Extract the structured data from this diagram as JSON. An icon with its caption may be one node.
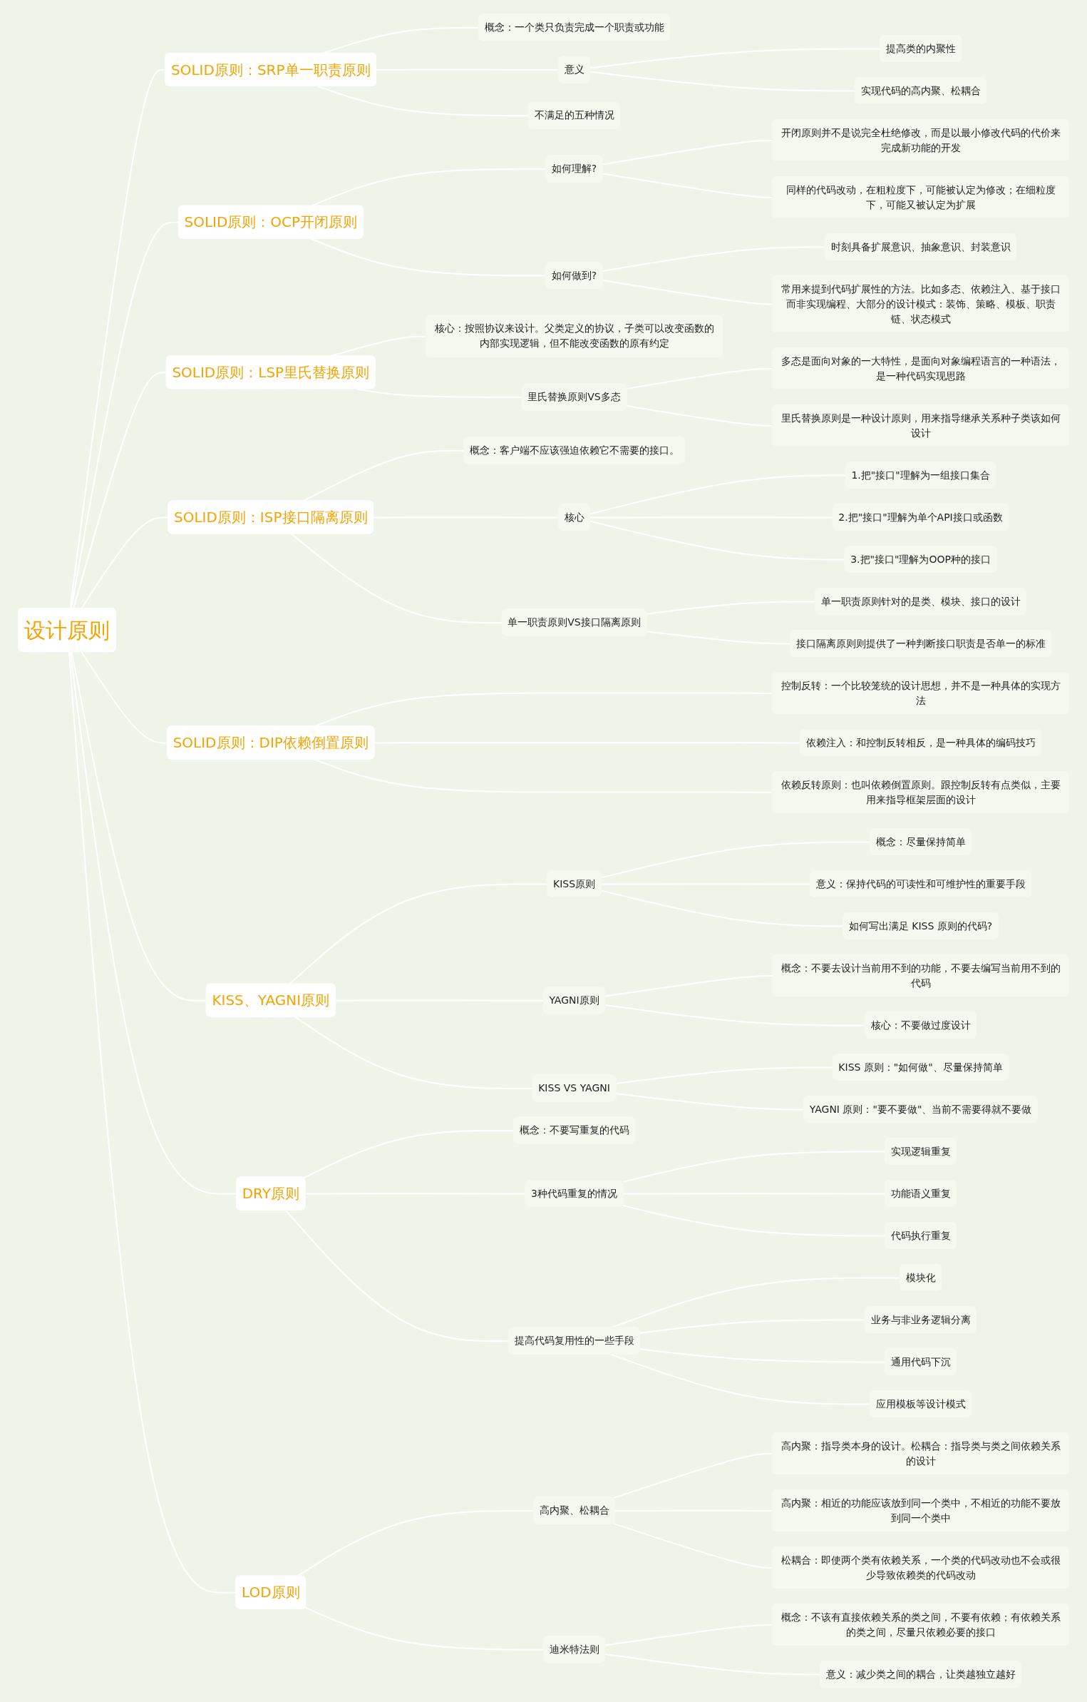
{
  "diagram": {
    "nodes": [
      {
        "text": [
          "设计原则"
        ]
      },
      {
        "text": [
          "SOLID原则：SRP单一职责原则"
        ]
      },
      {
        "text": [
          "概念：一个类只负责完成一个职责或功能"
        ]
      },
      {
        "text": [
          "意义"
        ]
      },
      {
        "text": [
          "提高类的内聚性"
        ]
      },
      {
        "text": [
          "实现代码的高内聚、松耦合"
        ]
      },
      {
        "text": [
          "不满足的五种情况"
        ]
      },
      {
        "text": [
          "SOLID原则：OCP开闭原则"
        ]
      },
      {
        "text": [
          "如何理解?"
        ]
      },
      {
        "text": [
          "开闭原则并不是说完全杜绝修改，而是以最小修改代码的代价来完成新功能的开发"
        ]
      },
      {
        "text": [
          "同样的代码改动，在粗粒度下，可能被认定为修改；在细粒度下，可能又被认定为扩展"
        ]
      },
      {
        "text": [
          "如何做到?"
        ]
      },
      {
        "text": [
          "时刻具备扩展意识、抽象意识、封装意识"
        ]
      },
      {
        "text": [
          "常用来提到代码扩展性的方法。比如多态、依赖注入、基于接口而非实现编程、大部分的设计模式：装饰、策略、模板、职责链、状态模式"
        ]
      },
      {
        "text": [
          "SOLID原则：LSP里氏替换原则"
        ]
      },
      {
        "text": [
          "核心：按照协议来设计。父类定义的协议，子类可以改变函数的内部实现逻辑，但不能改变函数的原有约定"
        ]
      },
      {
        "text": [
          "里氏替换原则VS多态"
        ]
      },
      {
        "text": [
          "多态是面向对象的一大特性，是面向对象编程语言的一种语法，是一种代码实现思路"
        ]
      },
      {
        "text": [
          "里氏替换原则是一种设计原则，用来指导继承关系种子类该如何设计"
        ]
      },
      {
        "text": [
          "SOLID原则：ISP接口隔离原则"
        ]
      },
      {
        "text": [
          "概念：客户端不应该强迫依赖它不需要的接口。"
        ]
      },
      {
        "text": [
          "核心"
        ]
      },
      {
        "text": [
          "1.把\"接口\"理解为一组接口集合"
        ]
      },
      {
        "text": [
          "2.把\"接口\"理解为单个API接口或函数"
        ]
      },
      {
        "text": [
          "3.把\"接口\"理解为OOP种的接口"
        ]
      },
      {
        "text": [
          "单一职责原则VS接口隔离原则"
        ]
      },
      {
        "text": [
          "单一职责原则针对的是类、模块、接口的设计"
        ]
      },
      {
        "text": [
          "接口隔离原则则提供了一种判断接口职责是否单一的标准"
        ]
      },
      {
        "text": [
          "SOLID原则：DIP依赖倒置原则"
        ]
      },
      {
        "text": [
          "控制反转：一个比较笼统的设计思想，并不是一种具体的实现方法"
        ]
      },
      {
        "text": [
          "依赖注入：和控制反转相反，是一种具体的编码技巧"
        ]
      },
      {
        "text": [
          "依赖反转原则：也叫依赖倒置原则。跟控制反转有点类似，主要用来指导框架层面的设计"
        ]
      },
      {
        "text": [
          "KISS、YAGNI原则"
        ]
      },
      {
        "text": [
          "KISS原则"
        ]
      },
      {
        "text": [
          "概念：尽量保持简单"
        ]
      },
      {
        "text": [
          "意义：保持代码的可读性和可维护性的重要手段"
        ]
      },
      {
        "text": [
          "如何写出满足 KISS 原则的代码?"
        ]
      },
      {
        "text": [
          "YAGNI原则"
        ]
      },
      {
        "text": [
          "概念：不要去设计当前用不到的功能，不要去编写当前用不到的代码"
        ]
      },
      {
        "text": [
          "核心：不要做过度设计"
        ]
      },
      {
        "text": [
          "KISS VS YAGNI"
        ]
      },
      {
        "text": [
          "KISS 原则：\"如何做\"、尽量保持简单"
        ]
      },
      {
        "text": [
          "YAGNI 原则：\"要不要做\"、当前不需要得就不要做"
        ]
      },
      {
        "text": [
          "DRY原则"
        ]
      },
      {
        "text": [
          "概念：不要写重复的代码"
        ]
      },
      {
        "text": [
          "3种代码重复的情况"
        ]
      },
      {
        "text": [
          "实现逻辑重复"
        ]
      },
      {
        "text": [
          "功能语义重复"
        ]
      },
      {
        "text": [
          "代码执行重复"
        ]
      },
      {
        "text": [
          "提高代码复用性的一些手段"
        ]
      },
      {
        "text": [
          "模块化"
        ]
      },
      {
        "text": [
          "业务与非业务逻辑分离"
        ]
      },
      {
        "text": [
          "通用代码下沉"
        ]
      },
      {
        "text": [
          "应用模板等设计模式"
        ]
      },
      {
        "text": [
          "LOD原则"
        ]
      },
      {
        "text": [
          "高内聚、松耦合"
        ]
      },
      {
        "text": [
          "高内聚：指导类本身的设计。松耦合：指导类与类之间依赖关系的设计"
        ]
      },
      {
        "text": [
          "高内聚：相近的功能应该放到同一个类中，不相近的功能不要放到同一个类中"
        ]
      },
      {
        "text": [
          "松耦合：即使两个类有依赖关系，一个类的代码改动也不会或很少导致依赖类的代码改动"
        ]
      },
      {
        "text": [
          "迪米特法则"
        ]
      },
      {
        "text": [
          "概念：不该有直接依赖关系的类之间，不要有依赖；有依赖关系的类之间，尽量只依赖必要的接口"
        ]
      },
      {
        "text": [
          "意义：减少类之间的耦合，让类越独立越好"
        ]
      }
    ],
    "edges": [
      {
        "from": 0,
        "to": 1,
        "arrow": "none"
      },
      {
        "from": 1,
        "to": 2,
        "arrow": "none"
      },
      {
        "from": 1,
        "to": 3,
        "arrow": "none"
      },
      {
        "from": 3,
        "to": 4,
        "arrow": "none"
      },
      {
        "from": 3,
        "to": 5,
        "arrow": "none"
      },
      {
        "from": 1,
        "to": 6,
        "arrow": "none"
      },
      {
        "from": 0,
        "to": 7,
        "arrow": "none"
      },
      {
        "from": 7,
        "to": 8,
        "arrow": "none"
      },
      {
        "from": 8,
        "to": 9,
        "arrow": "none"
      },
      {
        "from": 8,
        "to": 10,
        "arrow": "none"
      },
      {
        "from": 7,
        "to": 11,
        "arrow": "none"
      },
      {
        "from": 11,
        "to": 12,
        "arrow": "none"
      },
      {
        "from": 11,
        "to": 13,
        "arrow": "none"
      },
      {
        "from": 0,
        "to": 14,
        "arrow": "none"
      },
      {
        "from": 14,
        "to": 15,
        "arrow": "none"
      },
      {
        "from": 14,
        "to": 16,
        "arrow": "none"
      },
      {
        "from": 16,
        "to": 17,
        "arrow": "none"
      },
      {
        "from": 16,
        "to": 18,
        "arrow": "none"
      },
      {
        "from": 0,
        "to": 19,
        "arrow": "none"
      },
      {
        "from": 19,
        "to": 20,
        "arrow": "none"
      },
      {
        "from": 19,
        "to": 21,
        "arrow": "none"
      },
      {
        "from": 21,
        "to": 22,
        "arrow": "none"
      },
      {
        "from": 21,
        "to": 23,
        "arrow": "none"
      },
      {
        "from": 21,
        "to": 24,
        "arrow": "none"
      },
      {
        "from": 19,
        "to": 25,
        "arrow": "none"
      },
      {
        "from": 25,
        "to": 26,
        "arrow": "none"
      },
      {
        "from": 25,
        "to": 27,
        "arrow": "none"
      },
      {
        "from": 0,
        "to": 28,
        "arrow": "none"
      },
      {
        "from": 28,
        "to": 29,
        "arrow": "none"
      },
      {
        "from": 28,
        "to": 30,
        "arrow": "none"
      },
      {
        "from": 28,
        "to": 31,
        "arrow": "none"
      },
      {
        "from": 0,
        "to": 32,
        "arrow": "none"
      },
      {
        "from": 32,
        "to": 33,
        "arrow": "none"
      },
      {
        "from": 33,
        "to": 34,
        "arrow": "none"
      },
      {
        "from": 33,
        "to": 35,
        "arrow": "none"
      },
      {
        "from": 33,
        "to": 36,
        "arrow": "none"
      },
      {
        "from": 32,
        "to": 37,
        "arrow": "none"
      },
      {
        "from": 37,
        "to": 38,
        "arrow": "none"
      },
      {
        "from": 37,
        "to": 39,
        "arrow": "none"
      },
      {
        "from": 32,
        "to": 40,
        "arrow": "none"
      },
      {
        "from": 40,
        "to": 41,
        "arrow": "none"
      },
      {
        "from": 40,
        "to": 42,
        "arrow": "none"
      },
      {
        "from": 0,
        "to": 43,
        "arrow": "none"
      },
      {
        "from": 43,
        "to": 44,
        "arrow": "none"
      },
      {
        "from": 43,
        "to": 45,
        "arrow": "none"
      },
      {
        "from": 45,
        "to": 46,
        "arrow": "none"
      },
      {
        "from": 45,
        "to": 47,
        "arrow": "none"
      },
      {
        "from": 45,
        "to": 48,
        "arrow": "none"
      },
      {
        "from": 43,
        "to": 49,
        "arrow": "none"
      },
      {
        "from": 49,
        "to": 50,
        "arrow": "none"
      },
      {
        "from": 49,
        "to": 51,
        "arrow": "none"
      },
      {
        "from": 49,
        "to": 52,
        "arrow": "none"
      },
      {
        "from": 49,
        "to": 53,
        "arrow": "none"
      },
      {
        "from": 0,
        "to": 54,
        "arrow": "none"
      },
      {
        "from": 54,
        "to": 55,
        "arrow": "none"
      },
      {
        "from": 55,
        "to": 56,
        "arrow": "none"
      },
      {
        "from": 55,
        "to": 57,
        "arrow": "none"
      },
      {
        "from": 55,
        "to": 58,
        "arrow": "none"
      },
      {
        "from": 54,
        "to": 59,
        "arrow": "none"
      },
      {
        "from": 59,
        "to": 60,
        "arrow": "none"
      },
      {
        "from": 59,
        "to": 61,
        "arrow": "none"
      }
    ]
  }
}
